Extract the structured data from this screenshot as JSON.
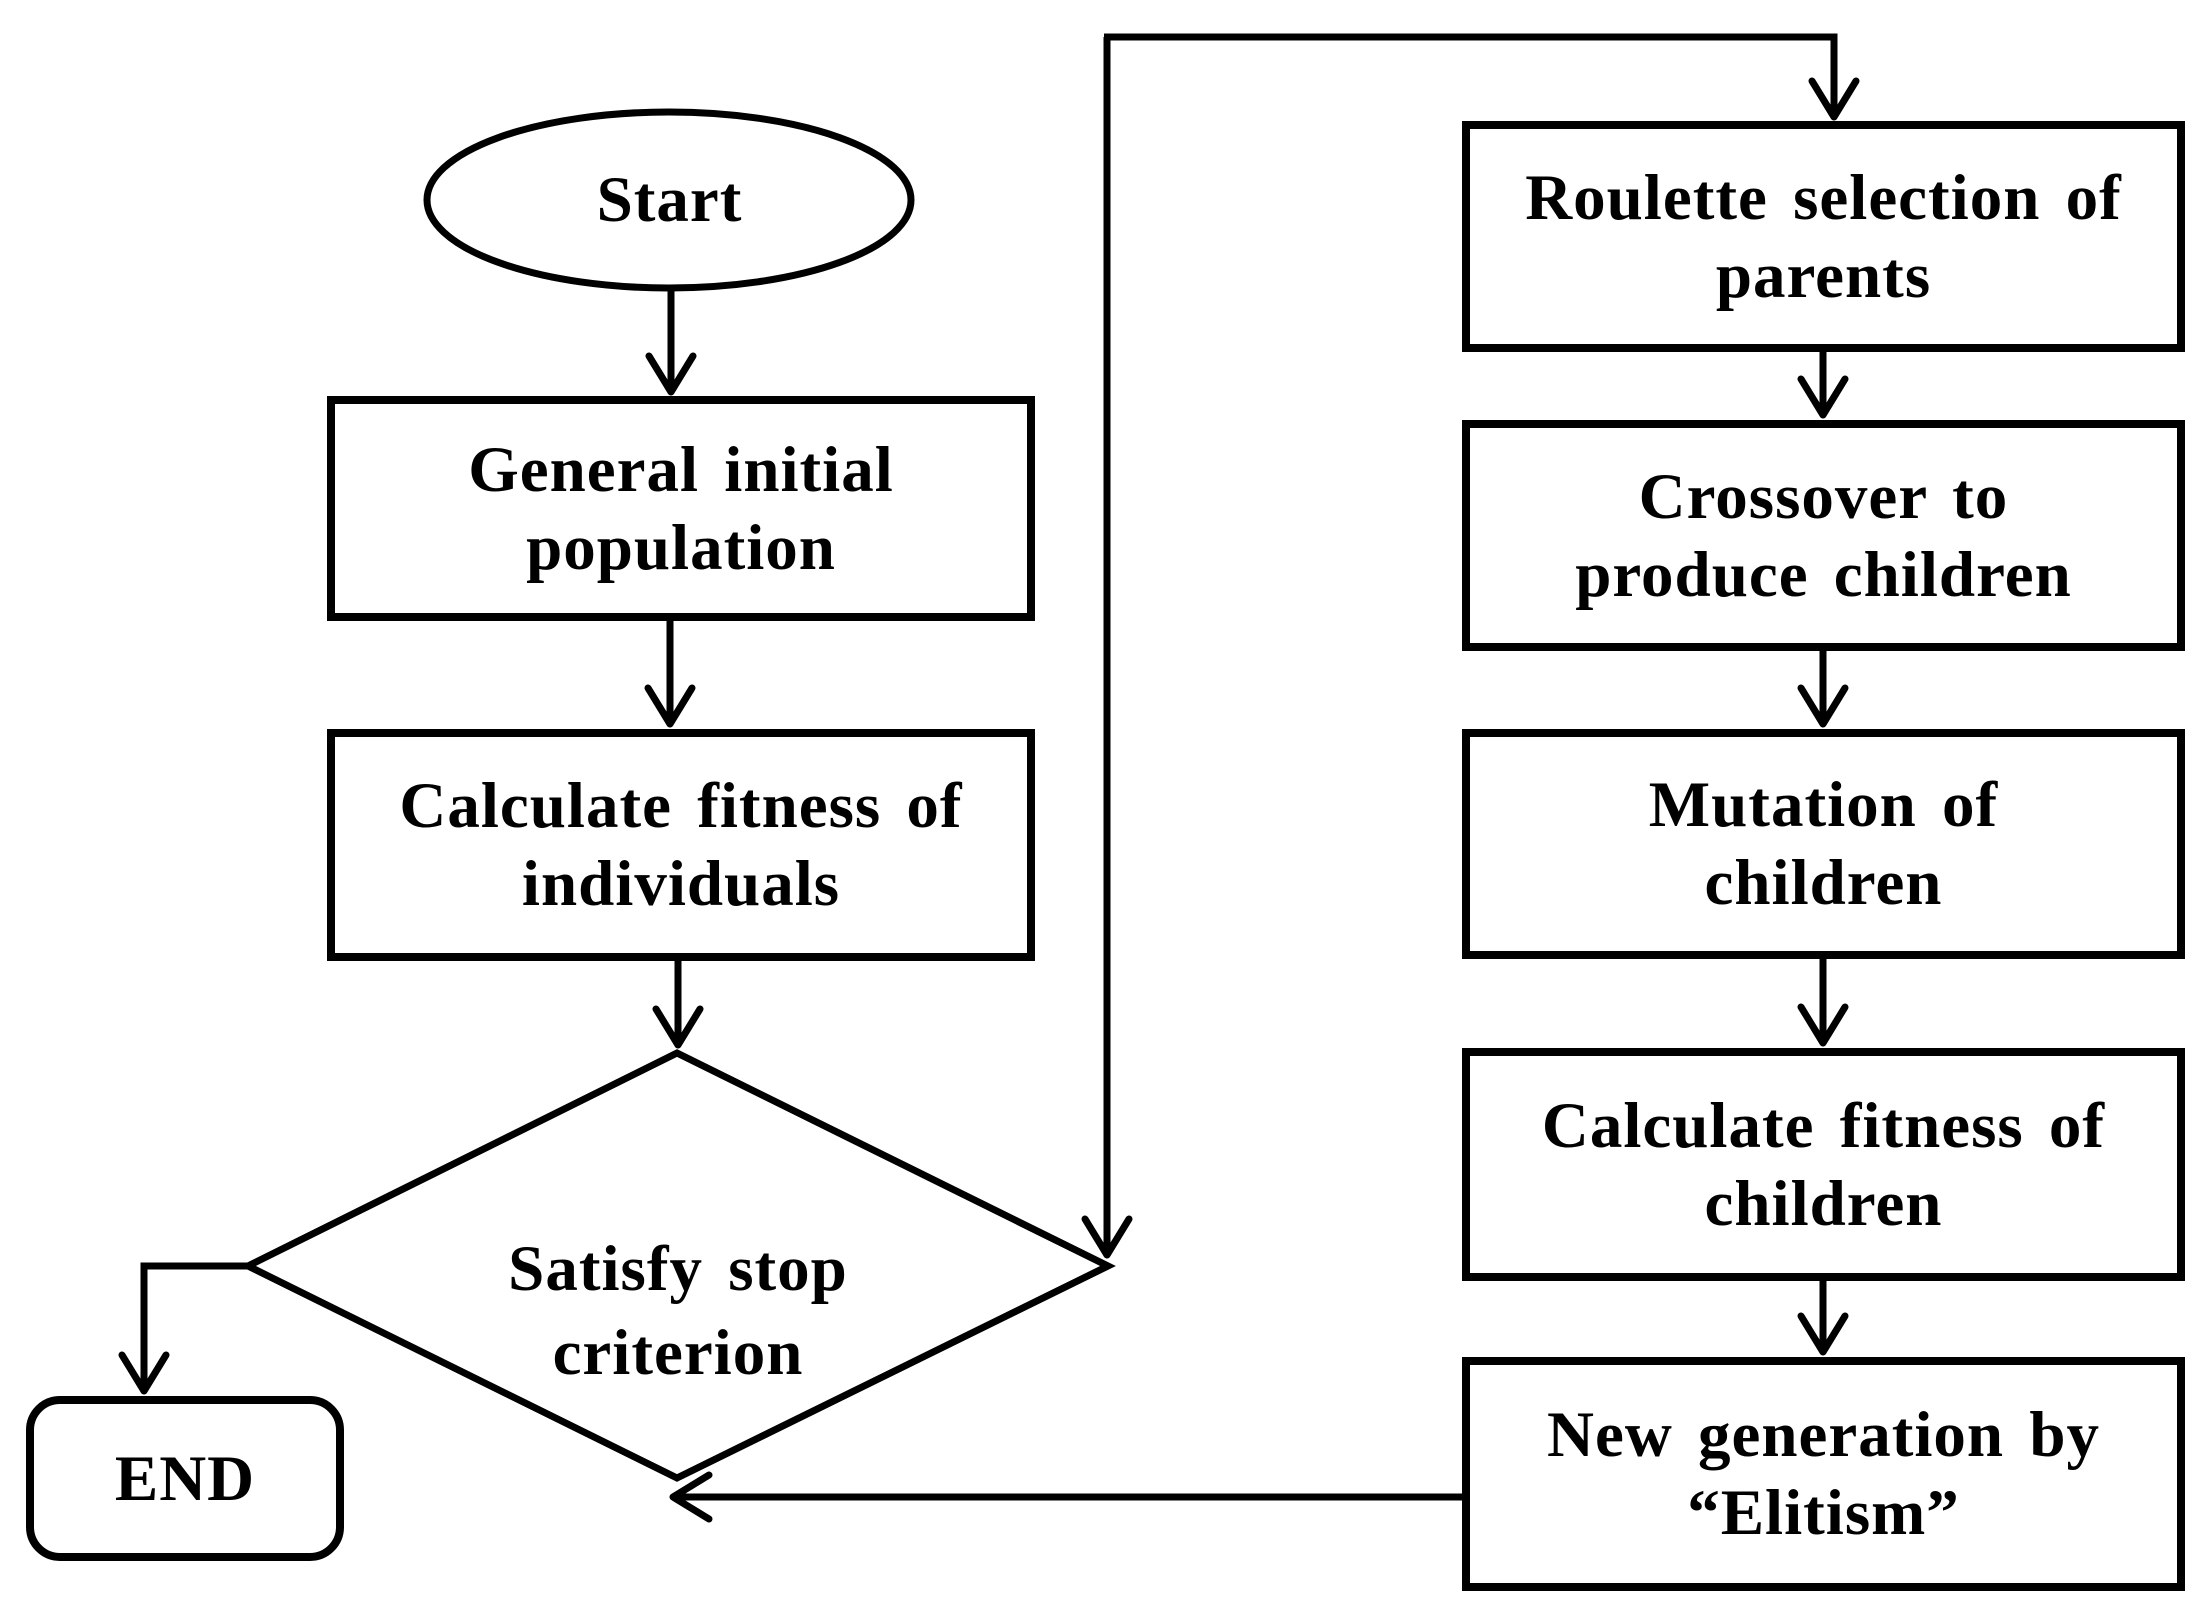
{
  "colors": {
    "background": "#ffffff",
    "stroke": "#000000",
    "text": "#000000"
  },
  "nodes": {
    "start": {
      "shape": "ellipse",
      "label": "Start"
    },
    "general_initial_population": {
      "shape": "rectangle",
      "lines": [
        "General initial",
        "population"
      ]
    },
    "calculate_fitness_individuals": {
      "shape": "rectangle",
      "lines": [
        "Calculate fitness of",
        "individuals"
      ]
    },
    "satisfy_stop_criterion": {
      "shape": "diamond",
      "lines": [
        "Satisfy stop",
        "criterion"
      ]
    },
    "end": {
      "shape": "rounded-rectangle",
      "label": "END"
    },
    "roulette_selection": {
      "shape": "rectangle",
      "lines": [
        "Roulette selection of",
        "parents"
      ]
    },
    "crossover": {
      "shape": "rectangle",
      "lines": [
        "Crossover to",
        "produce children"
      ]
    },
    "mutation": {
      "shape": "rectangle",
      "lines": [
        "Mutation of",
        "children"
      ]
    },
    "calculate_fitness_children": {
      "shape": "rectangle",
      "lines": [
        "Calculate fitness of",
        "children"
      ]
    },
    "new_generation_elitism": {
      "shape": "rectangle",
      "lines": [
        "New generation by",
        "“Elitism”"
      ]
    }
  },
  "edges": [
    {
      "from": "start",
      "to": "general_initial_population"
    },
    {
      "from": "general_initial_population",
      "to": "calculate_fitness_individuals"
    },
    {
      "from": "calculate_fitness_individuals",
      "to": "satisfy_stop_criterion"
    },
    {
      "from": "satisfy_stop_criterion",
      "to": "end"
    },
    {
      "from": "satisfy_stop_criterion",
      "to": "roulette_selection"
    },
    {
      "from": "roulette_selection",
      "to": "crossover"
    },
    {
      "from": "crossover",
      "to": "mutation"
    },
    {
      "from": "mutation",
      "to": "calculate_fitness_children"
    },
    {
      "from": "calculate_fitness_children",
      "to": "new_generation_elitism"
    },
    {
      "from": "new_generation_elitism",
      "to": "satisfy_stop_criterion"
    }
  ]
}
